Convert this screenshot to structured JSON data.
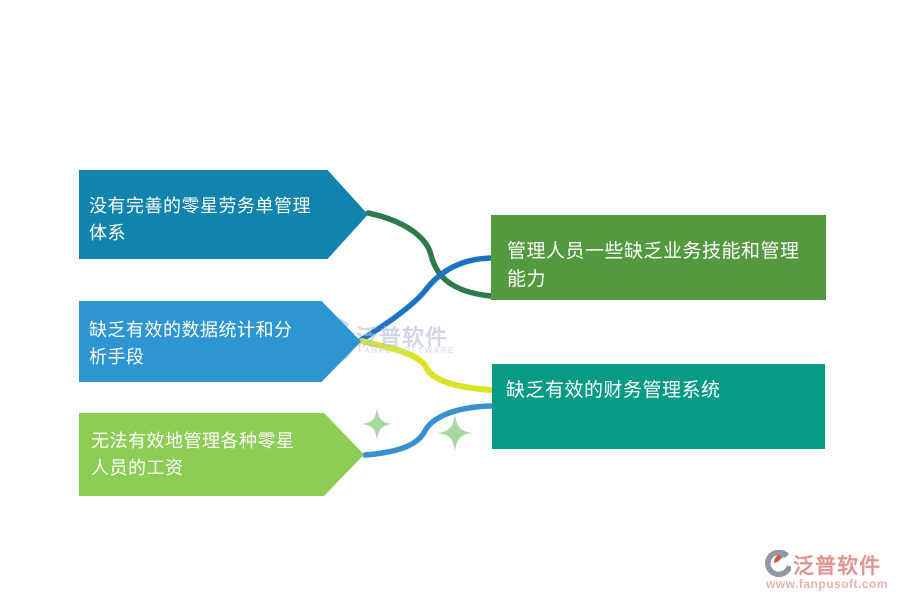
{
  "page": {
    "background_color": "#ffffff"
  },
  "diagram": {
    "left_nodes": [
      {
        "id": "node-1",
        "label": "没有完善的零星劳务单管理体系",
        "color": "#1184ae",
        "text_color": "#ffffff",
        "shape": "arrow-right"
      },
      {
        "id": "node-2",
        "label": "缺乏有效的数据统计和分析手段",
        "color": "#2e95d3",
        "text_color": "#ffffff",
        "shape": "arrow-right"
      },
      {
        "id": "node-3",
        "label": "无法有效地管理各种零星人员的工资",
        "color": "#8ccd55",
        "text_color": "#ffffff",
        "shape": "arrow-right"
      }
    ],
    "right_nodes": [
      {
        "id": "node-4",
        "label": "管理人员一些缺乏业务技能和管理能力",
        "color": "#53993f",
        "text_color": "#ffffff",
        "shape": "rectangle"
      },
      {
        "id": "node-5",
        "label": "缺乏有效的财务管理系统",
        "color": "#089a84",
        "text_color": "#ffffff",
        "shape": "rectangle"
      }
    ],
    "connectors": [
      {
        "from": "node-1",
        "to": "node-4",
        "color": "#2f7a4b"
      },
      {
        "from": "node-2",
        "to": "node-4",
        "color": "#1c72c4"
      },
      {
        "from": "node-2",
        "to": "node-5",
        "color": "#d9e429"
      },
      {
        "from": "node-3",
        "to": "node-5",
        "color": "#3890d0"
      }
    ],
    "decorations": {
      "sparkle_color": "#a5d99f",
      "sparkle_count": 2
    }
  },
  "watermark": {
    "text": "泛普软件",
    "subtext": "FANPU SOFTWARE",
    "glyph_color": "#a9c6e4"
  },
  "footer_logo": {
    "brand": "泛普软件",
    "url": "www.fanpusoft.com",
    "brand_color": "#e0968e",
    "url_color": "#eab2aa",
    "glyph_gray": "#9096a6",
    "glyph_red": "#d4564e"
  }
}
